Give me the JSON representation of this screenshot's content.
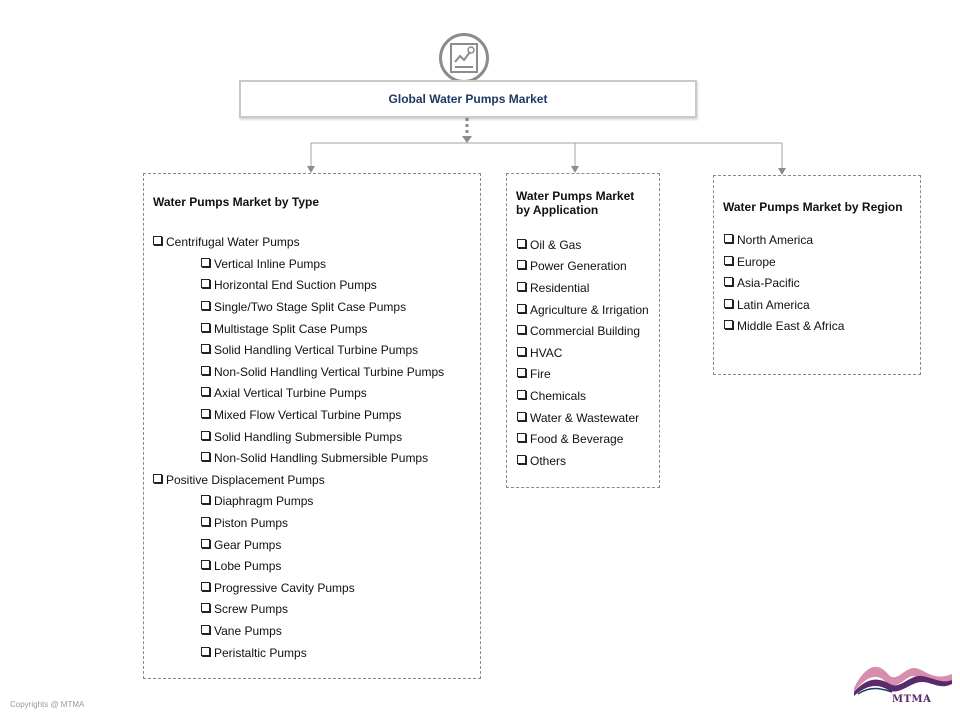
{
  "diagram": {
    "title": "Global  Water Pumps Market",
    "root_icon": "chart-document-icon",
    "by_type": {
      "title": "Water Pumps Market by Type",
      "groups": [
        {
          "label": "Centrifugal Water Pumps",
          "items": [
            "Vertical Inline Pumps",
            "Horizontal End Suction Pumps",
            "Single/Two Stage Split Case Pumps",
            "Multistage Split Case Pumps",
            "Solid Handling Vertical Turbine Pumps",
            "Non-Solid Handling Vertical Turbine Pumps",
            "Axial Vertical Turbine Pumps",
            "Mixed Flow Vertical Turbine Pumps",
            "Solid Handling Submersible Pumps",
            "Non-Solid Handling Submersible Pumps"
          ]
        },
        {
          "label": "Positive Displacement Pumps",
          "items": [
            "Diaphragm Pumps",
            "Piston Pumps",
            "Gear Pumps",
            "Lobe Pumps",
            "Progressive Cavity Pumps",
            "Screw Pumps",
            "Vane Pumps",
            "Peristaltic Pumps"
          ]
        }
      ]
    },
    "by_application": {
      "title_line1": "Water Pumps Market",
      "title_line2": "by Application",
      "items": [
        "Oil & Gas",
        "Power Generation",
        "Residential",
        "Agriculture & Irrigation",
        "Commercial Building",
        "HVAC",
        "Fire",
        "Chemicals",
        "Water & Wastewater",
        "Food & Beverage",
        "Others"
      ]
    },
    "by_region": {
      "title": "Water Pumps Market by Region",
      "items": [
        "North America",
        "Europe",
        "Asia-Pacific",
        "Latin America",
        "Middle East & Africa"
      ]
    }
  },
  "footer": {
    "copyright": "Copyrights @ MTMA",
    "logo_text": "MTMA"
  },
  "colors": {
    "title_text": "#1f3864",
    "connector": "#8c8c8c",
    "logo_purple": "#5a2a6c",
    "logo_pink": "#d07aa0",
    "logo_dark": "#1f3864"
  }
}
